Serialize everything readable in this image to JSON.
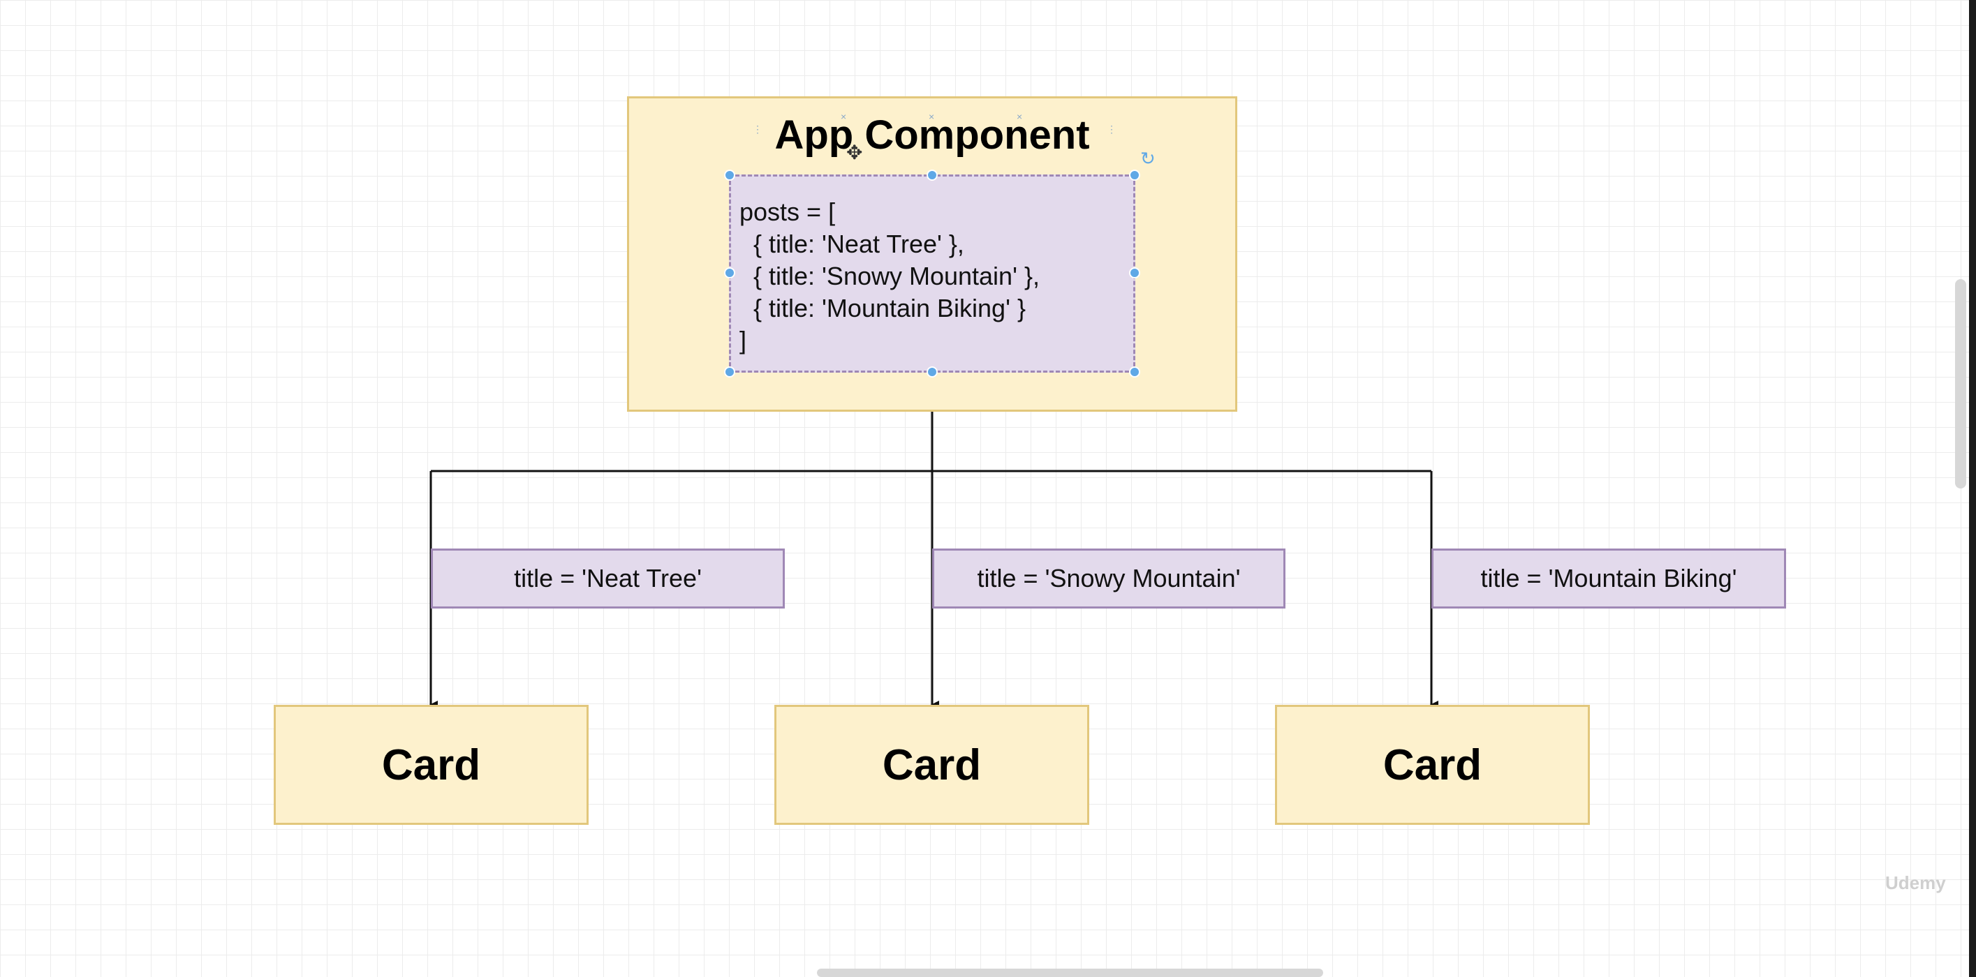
{
  "diagram": {
    "app": {
      "title": "App Component",
      "code": "posts = [\n  { title: 'Neat Tree' },\n  { title: 'Snowy Mountain' },\n  { title: 'Mountain Biking' }\n]"
    },
    "props": [
      "title = 'Neat Tree'",
      "title = 'Snowy Mountain'",
      "title = 'Mountain Biking'"
    ],
    "cards": [
      "Card",
      "Card",
      "Card"
    ]
  },
  "watermark": "Udemy",
  "colors": {
    "component_fill": "#fdf1cd",
    "component_border": "#e2c77c",
    "prop_fill": "#e3daec",
    "prop_border": "#9f88b5",
    "selection_handle": "#5fa8e6"
  }
}
